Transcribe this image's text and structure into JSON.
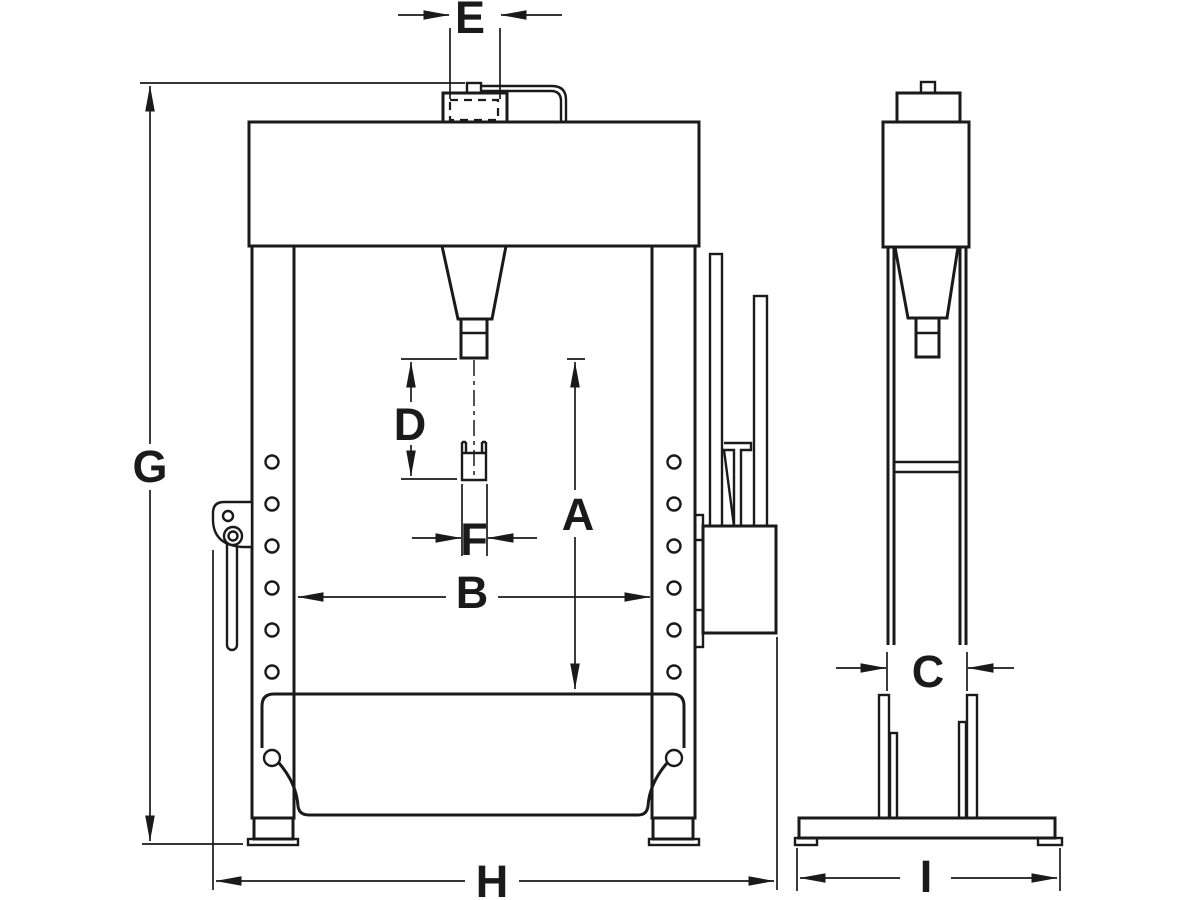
{
  "drawing": {
    "background_color": "#ffffff",
    "line_color": "#1a1a1a",
    "dimension_labels": {
      "A": "A",
      "B": "B",
      "C": "C",
      "D": "D",
      "E": "E",
      "F": "F",
      "G": "G",
      "H": "H",
      "I": "I"
    }
  }
}
